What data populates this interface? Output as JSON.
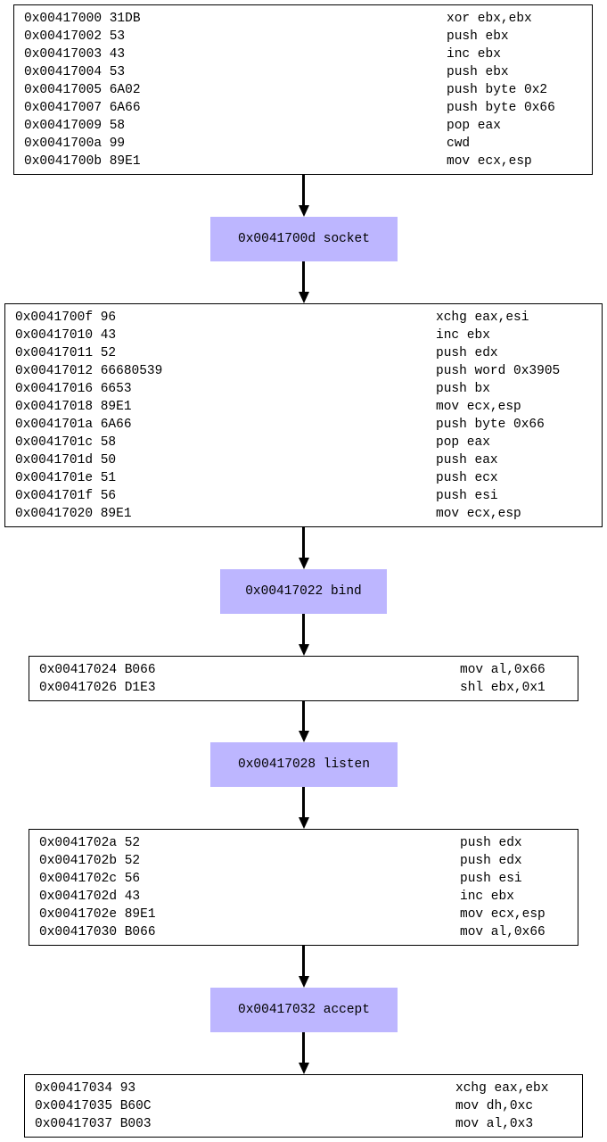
{
  "blocks": [
    {
      "rows": [
        {
          "addr": "0x00417000 31DB",
          "instr": "xor ebx,ebx"
        },
        {
          "addr": "0x00417002 53",
          "instr": "push ebx"
        },
        {
          "addr": "0x00417003 43",
          "instr": "inc ebx"
        },
        {
          "addr": "0x00417004 53",
          "instr": "push ebx"
        },
        {
          "addr": "0x00417005 6A02",
          "instr": "push byte 0x2"
        },
        {
          "addr": "0x00417007 6A66",
          "instr": "push byte 0x66"
        },
        {
          "addr": "0x00417009 58",
          "instr": "pop eax"
        },
        {
          "addr": "0x0041700a 99",
          "instr": "cwd"
        },
        {
          "addr": "0x0041700b 89E1",
          "instr": "mov ecx,esp"
        }
      ]
    },
    {
      "rows": [
        {
          "addr": "0x0041700f 96",
          "instr": "xchg eax,esi"
        },
        {
          "addr": "0x00417010 43",
          "instr": "inc ebx"
        },
        {
          "addr": "0x00417011 52",
          "instr": "push edx"
        },
        {
          "addr": "0x00417012 66680539",
          "instr": "push word 0x3905"
        },
        {
          "addr": "0x00417016 6653",
          "instr": "push bx"
        },
        {
          "addr": "0x00417018 89E1",
          "instr": "mov ecx,esp"
        },
        {
          "addr": "0x0041701a 6A66",
          "instr": "push byte 0x66"
        },
        {
          "addr": "0x0041701c 58",
          "instr": "pop eax"
        },
        {
          "addr": "0x0041701d 50",
          "instr": "push eax"
        },
        {
          "addr": "0x0041701e 51",
          "instr": "push ecx"
        },
        {
          "addr": "0x0041701f 56",
          "instr": "push esi"
        },
        {
          "addr": "0x00417020 89E1",
          "instr": "mov ecx,esp"
        }
      ]
    },
    {
      "rows": [
        {
          "addr": "0x00417024 B066",
          "instr": "mov al,0x66"
        },
        {
          "addr": "0x00417026 D1E3",
          "instr": "shl ebx,0x1"
        }
      ]
    },
    {
      "rows": [
        {
          "addr": "0x0041702a 52",
          "instr": "push edx"
        },
        {
          "addr": "0x0041702b 52",
          "instr": "push edx"
        },
        {
          "addr": "0x0041702c 56",
          "instr": "push esi"
        },
        {
          "addr": "0x0041702d 43",
          "instr": "inc ebx"
        },
        {
          "addr": "0x0041702e 89E1",
          "instr": "mov ecx,esp"
        },
        {
          "addr": "0x00417030 B066",
          "instr": "mov al,0x66"
        }
      ]
    },
    {
      "rows": [
        {
          "addr": "0x00417034 93",
          "instr": "xchg eax,ebx"
        },
        {
          "addr": "0x00417035 B60C",
          "instr": "mov dh,0xc"
        },
        {
          "addr": "0x00417037 B003",
          "instr": "mov al,0x3"
        }
      ]
    }
  ],
  "api_calls": [
    {
      "label": "0x0041700d socket"
    },
    {
      "label": "0x00417022 bind"
    },
    {
      "label": "0x00417028 listen"
    },
    {
      "label": "0x00417032 accept"
    }
  ],
  "colors": {
    "api_fill": "#bdb6ff",
    "border": "#000000",
    "background": "#ffffff"
  }
}
